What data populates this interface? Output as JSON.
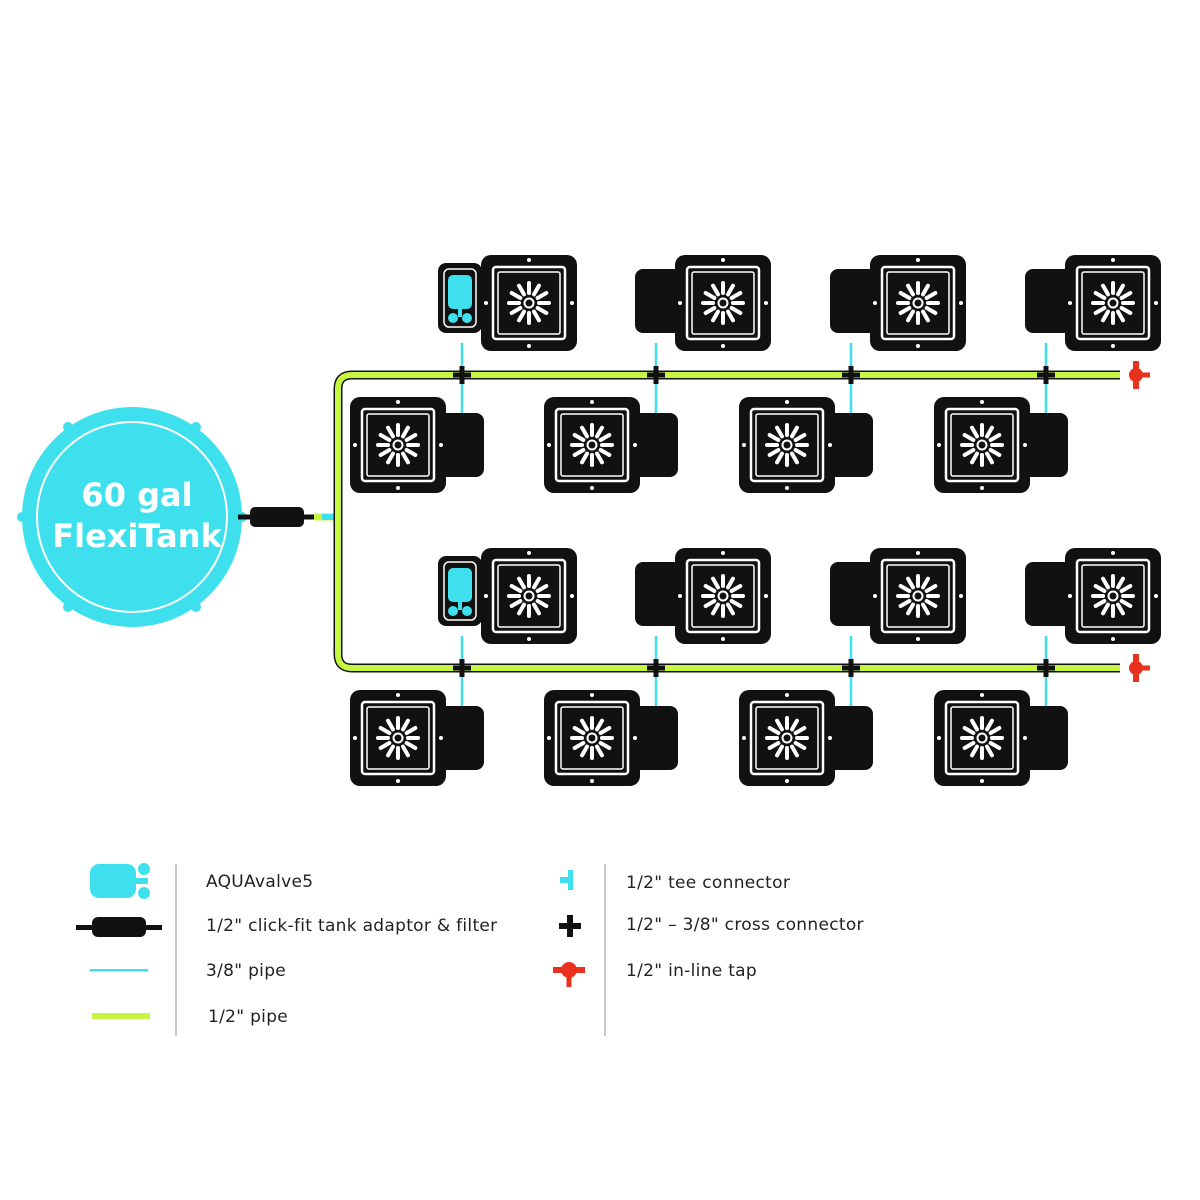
{
  "colors": {
    "cyan": "#3fe0ee",
    "lime": "#c6f542",
    "black": "#111111",
    "red": "#e8321e",
    "white": "#ffffff"
  },
  "tank": {
    "line1": "60 gal",
    "line2": "FlexiTank"
  },
  "legend": {
    "left": [
      {
        "icon": "aquavalve-icon",
        "label": "AQUAvalve5"
      },
      {
        "icon": "tank-adaptor-filter-icon",
        "label": "1/2\" click-fit tank adaptor & filter"
      },
      {
        "icon": "pipe-3-8-icon",
        "label": "3/8\" pipe"
      },
      {
        "icon": "pipe-1-2-icon",
        "label": "1/2\" pipe"
      }
    ],
    "right": [
      {
        "icon": "tee-connector-icon",
        "label": "1/2\" tee connector"
      },
      {
        "icon": "cross-connector-icon",
        "label": "1/2\" –  3/8\" cross connector"
      },
      {
        "icon": "inline-tap-icon",
        "label": "1/2\" in-line tap"
      }
    ]
  },
  "layout_info": {
    "rows": 2,
    "pots_upper_per_row": 4,
    "pots_lower_per_row": 4
  }
}
